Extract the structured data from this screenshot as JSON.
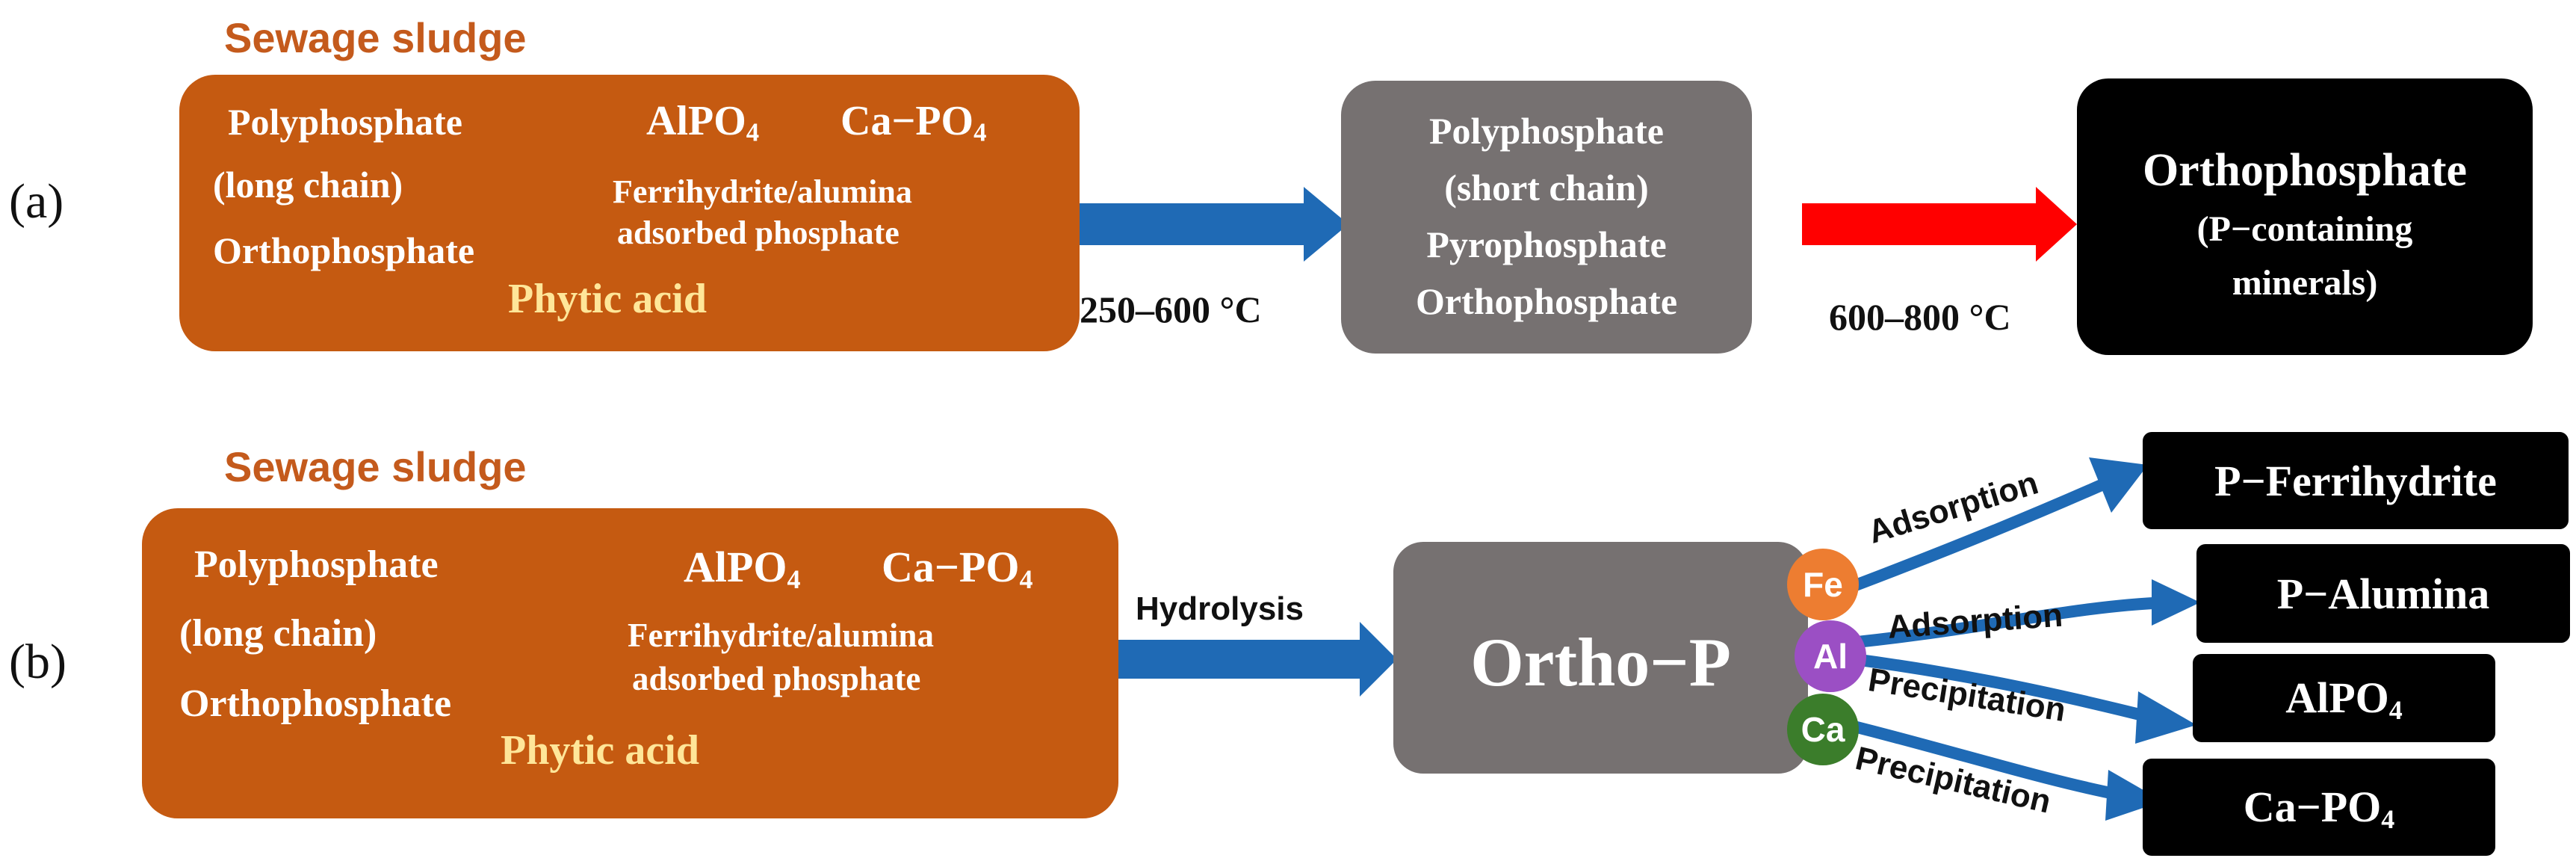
{
  "panel_a": {
    "label": "(a)",
    "source_title": "Sewage sludge",
    "source_box": {
      "polyphosphate": "Polyphosphate",
      "long_chain": "(long chain)",
      "orthophosphate": "Orthophosphate",
      "alpo4_base": "AlPO",
      "alpo4_sub": "4",
      "capo4_base": "Ca−PO",
      "capo4_sub": "4",
      "ferrihydrite_line1": "Ferrihydrite/alumina",
      "ferrihydrite_line2": "adsorbed phosphate",
      "phytic_acid": "Phytic acid"
    },
    "arrow1_label": "250–600 °C",
    "middle_box": {
      "line1": "Polyphosphate",
      "line2": "(short chain)",
      "line3": "Pyrophosphate",
      "line4": "Orthophosphate"
    },
    "arrow2_label": "600–800 °C",
    "final_box": {
      "title": "Orthophosphate",
      "line2": "(P−containing",
      "line3": "minerals)"
    }
  },
  "panel_b": {
    "label": "(b)",
    "source_title": "Sewage sludge",
    "source_box": {
      "polyphosphate": "Polyphosphate",
      "long_chain": "(long chain)",
      "orthophosphate": "Orthophosphate",
      "alpo4_base": "AlPO",
      "alpo4_sub": "4",
      "capo4_base": "Ca−PO",
      "capo4_sub": "4",
      "ferrihydrite_line1": "Ferrihydrite/alumina",
      "ferrihydrite_line2": "adsorbed phosphate",
      "phytic_acid": "Phytic acid"
    },
    "arrow_label": "Hydrolysis",
    "center_box": "Ortho−P",
    "ions": {
      "fe": "Fe",
      "al": "Al",
      "ca": "Ca"
    },
    "paths": {
      "fe_label": "Adsorption",
      "al_label1": "Adsorption",
      "al_label2": "Precipitation",
      "ca_label": "Precipitation"
    },
    "products": {
      "p_ferrihydrite": "P−Ferrihydrite",
      "p_alumina": "P−Alumina",
      "alpo4_base": "AlPO",
      "alpo4_sub": "4",
      "capo4_base": "Ca−PO",
      "capo4_sub": "4"
    },
    "colors": {
      "sludge_box": "#c55a11",
      "gray_box": "#767171",
      "blue_arrow": "#1f6ab5",
      "red_arrow": "#ff0000",
      "fe_circle": "#ed7d31",
      "al_circle": "#9b4fc4",
      "ca_circle": "#3b7d2b"
    }
  }
}
